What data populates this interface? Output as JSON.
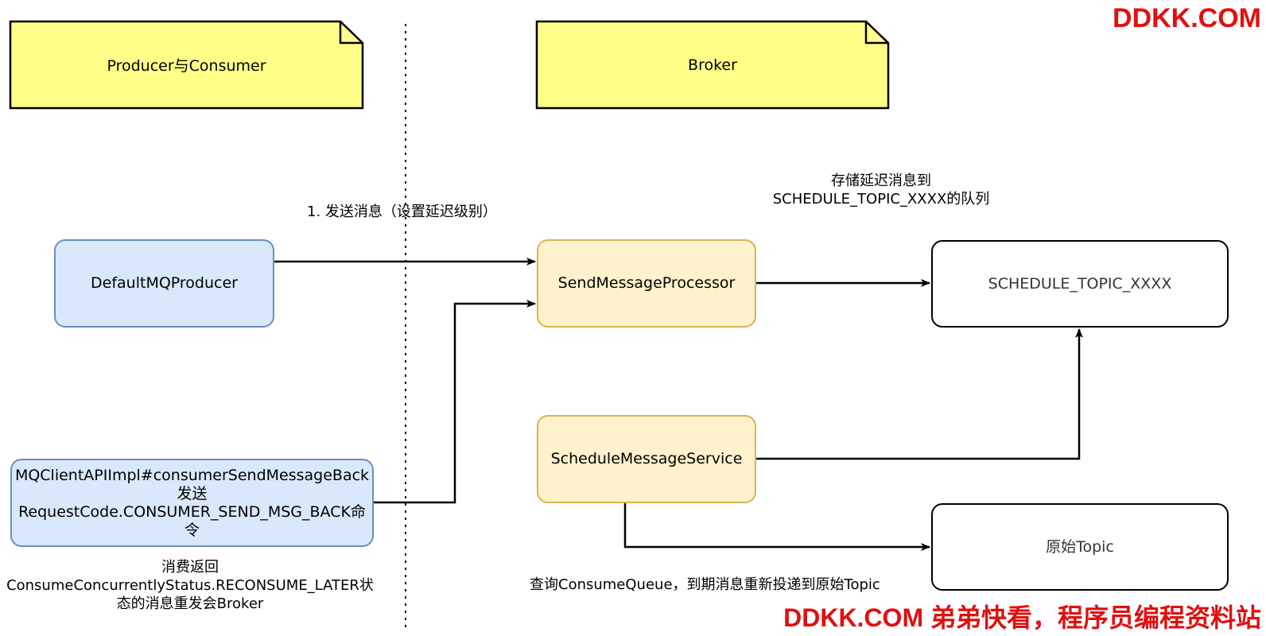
{
  "notes": {
    "producer_consumer": "Producer与Consumer",
    "broker": "Broker"
  },
  "nodes": {
    "default_mq_producer": "DefaultMQProducer",
    "mq_client_line1": "MQClientAPIImpl#consumerSendMessageBack",
    "mq_client_line2": "发送",
    "mq_client_line3": "RequestCode.CONSUMER_SEND_MSG_BACK命",
    "mq_client_line4": "令",
    "send_message_processor": "SendMessageProcessor",
    "schedule_message_service": "ScheduleMessageService",
    "schedule_topic": "SCHEDULE_TOPIC_XXXX",
    "original_topic": "原始Topic"
  },
  "labels": {
    "send_message": "1. 发送消息（设置延迟级别）",
    "store_line1": "存储延迟消息到",
    "store_line2": "SCHEDULE_TOPIC_XXXX的队列",
    "consume_line1": "消费返回",
    "consume_line2": "ConsumeConcurrentlyStatus.RECONSUME_LATER状",
    "consume_line3": "态的消息重发会Broker",
    "query_redeliver": "查询ConsumeQueue，到期消息重新投递到原始Topic"
  },
  "watermarks": {
    "top": "DDKK.COM",
    "bottom": "DDKK.COM 弟弟快看，程序员编程资料站"
  },
  "colors": {
    "note_fill": "#ffff88",
    "blue_fill": "#dae8fc",
    "blue_stroke": "#6c8ebf",
    "yellow_fill": "#fff2cc",
    "yellow_stroke": "#d6b656",
    "watermark": "#e01010"
  }
}
